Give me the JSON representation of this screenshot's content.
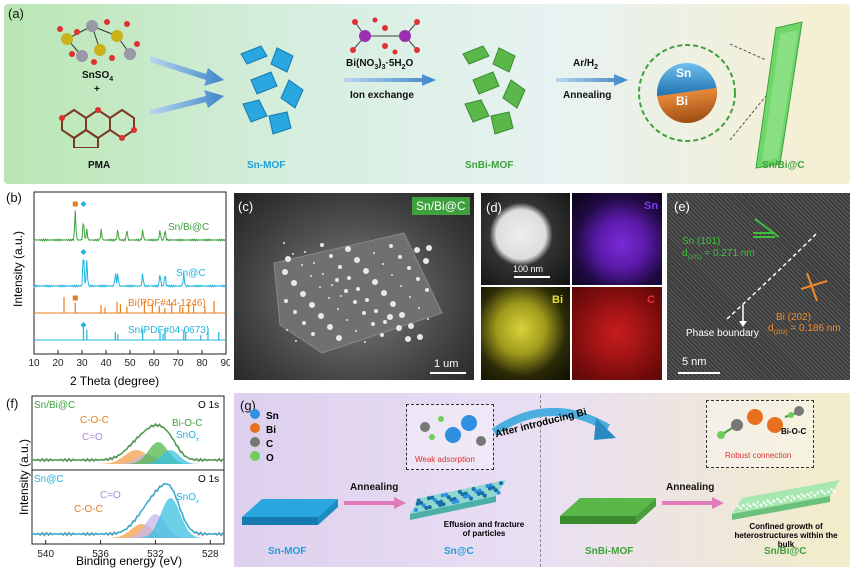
{
  "panel_a": {
    "label": "(a)",
    "precursor1": "SnSO",
    "precursor1_sub": "4",
    "plus": "+",
    "precursor2": "PMA",
    "mof1": "Sn-MOF",
    "reagent": "Bi(NO",
    "reagent_sub1": "3",
    "reagent_mid": ")",
    "reagent_sub2": "3",
    "reagent_tail": "·5H",
    "reagent_sub3": "2",
    "reagent_end": "O",
    "step1": "Ion exchange",
    "mof2": "SnBi-MOF",
    "gas": "Ar/H",
    "gas_sub": "2",
    "step2": "Annealing",
    "sphere_top": "Sn",
    "sphere_bottom": "Bi",
    "product": "Sn/Bi@C"
  },
  "panel_b": {
    "label": "(b)",
    "ylabel": "Intensity (a.u.)",
    "xlabel": "2 Theta (degree)",
    "traces": [
      {
        "name": "Sn/Bi@C",
        "color": "#3fa13d"
      },
      {
        "name": "Sn@C",
        "color": "#1eb4e0"
      },
      {
        "name": "Bi(PDF#44-1246)",
        "color": "#e87c1e"
      },
      {
        "name": "Sn(PDF#04-0673)",
        "color": "#1eb4e0"
      }
    ]
  },
  "panel_c": {
    "label": "(c)",
    "tag": "Sn/Bi@C",
    "scale": "1 um"
  },
  "panel_d": {
    "label": "(d)",
    "scale": "100 nm",
    "map_sn": "Sn",
    "map_bi": "Bi",
    "map_c": "C"
  },
  "panel_e": {
    "label": "(e)",
    "sn_plane": "Sn (101)",
    "sn_d": "d",
    "sn_d_sub": "(101)",
    "sn_d_val": " = 0.271 nm",
    "phase": "Phase boundary",
    "bi_plane": "Bi (202)",
    "bi_d": "d",
    "bi_d_sub": "(202)",
    "bi_d_val": " = 0.186 nm",
    "scale": "5 nm"
  },
  "panel_f": {
    "label": "(f)",
    "ylabel": "Intensity (a.u.)",
    "xlabel": "Binding energy (eV)",
    "top_sample": "Sn/Bi@C",
    "top_region": "O 1s",
    "top_peaks": [
      "C-O-C",
      "C=O",
      "Bi-O-C",
      "SnO"
    ],
    "bottom_sample": "Sn@C",
    "bottom_region": "O 1s",
    "bottom_peaks": [
      "C=O",
      "C-O-C",
      "SnO"
    ],
    "sub_x": "x"
  },
  "panel_g": {
    "label": "(g)",
    "legend": [
      {
        "name": "Sn",
        "color": "#2f8fe0"
      },
      {
        "name": "Bi",
        "color": "#e8701e"
      },
      {
        "name": "C",
        "color": "#777777"
      },
      {
        "name": "O",
        "color": "#6fce5a"
      }
    ],
    "weak": "Weak adsorption",
    "after": "After introducing Bi",
    "robust": "Robust connection",
    "bond": "Bi-O-C",
    "annealing1": "Annealing",
    "annealing2": "Annealing",
    "effusion": "Effusion and fracture of particles",
    "confined": "Confined growth of heterostructures within the bulk",
    "mof1": "Sn-MOF",
    "prod1": "Sn@C",
    "mof2": "SnBi-MOF",
    "prod2": "Sn/Bi@C"
  },
  "chart_data": [
    {
      "type": "line",
      "title": "",
      "xlabel": "2 Theta (degree)",
      "ylabel": "Intensity (a.u.)",
      "xlim": [
        10,
        90
      ],
      "xticks": [
        10,
        20,
        30,
        40,
        50,
        60,
        70,
        80,
        90
      ],
      "series": [
        {
          "name": "Sn/Bi@C",
          "peaks": [
            27.2,
            30.6,
            32.0,
            38.0,
            44.9,
            48.7,
            55.3,
            62.5,
            64.6
          ]
        },
        {
          "name": "Sn@C",
          "peaks": [
            30.6,
            32.0,
            43.9,
            44.9,
            55.3,
            62.5,
            64.6,
            72.4
          ]
        },
        {
          "name": "Bi(PDF#44-1246)",
          "peaks": [
            22.5,
            27.2,
            37.9,
            39.6,
            44.6,
            46.0,
            48.7,
            56.0,
            59.3,
            62.2,
            64.5,
            67.4,
            70.8,
            72.0,
            74.4,
            76.5,
            81.2,
            85.0
          ]
        },
        {
          "name": "Sn(PDF#04-0673)",
          "peaks": [
            30.6,
            32.0,
            43.9,
            44.9,
            55.3,
            62.5,
            63.8,
            64.6,
            72.4,
            73.2,
            79.5,
            82.5,
            87.0
          ]
        }
      ],
      "markers": [
        {
          "x": 27.2,
          "series": "Bi"
        },
        {
          "x": 30.6,
          "series": "Sn"
        }
      ]
    },
    {
      "type": "line",
      "title": "",
      "xlabel": "Binding energy (eV)",
      "ylabel": "Intensity (a.u.)",
      "xlim": [
        541,
        527
      ],
      "xticks": [
        540,
        536,
        532,
        528
      ],
      "series": [
        {
          "name": "Sn/Bi@C",
          "components": [
            "C-O-C",
            "C=O",
            "Bi-O-C",
            "SnOx"
          ]
        },
        {
          "name": "Sn@C",
          "components": [
            "C=O",
            "C-O-C",
            "SnOx"
          ]
        }
      ]
    }
  ]
}
